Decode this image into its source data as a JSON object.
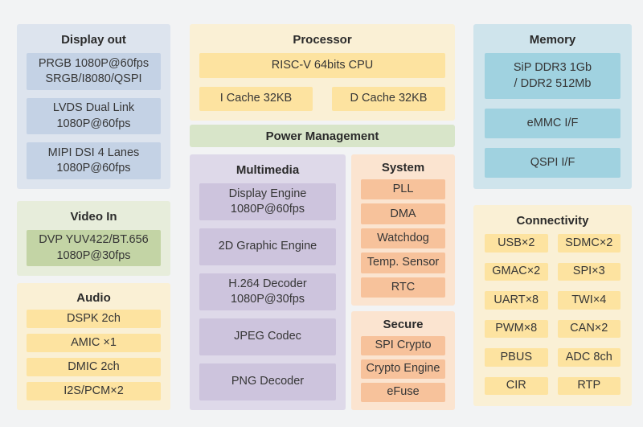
{
  "display_out": {
    "title": "Display out",
    "items": [
      "PRGB 1080P@60fps\nSRGB/I8080/QSPI",
      "LVDS Dual Link\n1080P@60fps",
      "MIPI DSI 4 Lanes\n1080P@60fps"
    ]
  },
  "video_in": {
    "title": "Video In",
    "items": [
      "DVP YUV422/BT.656\n1080P@30fps"
    ]
  },
  "audio": {
    "title": "Audio",
    "items": [
      "DSPK 2ch",
      "AMIC ×1",
      "DMIC 2ch",
      "I2S/PCM×2"
    ]
  },
  "processor": {
    "title": "Processor",
    "cpu": "RISC-V 64bits CPU",
    "caches": [
      "I Cache 32KB",
      "D Cache 32KB"
    ]
  },
  "power": {
    "title": "Power Management"
  },
  "multimedia": {
    "title": "Multimedia",
    "items": [
      "Display Engine\n1080P@60fps",
      "2D Graphic Engine",
      "H.264 Decoder\n1080P@30fps",
      "JPEG Codec",
      "PNG Decoder"
    ]
  },
  "system": {
    "title": "System",
    "items": [
      "PLL",
      "DMA",
      "Watchdog",
      "Temp. Sensor",
      "RTC"
    ]
  },
  "secure": {
    "title": "Secure",
    "items": [
      "SPI Crypto",
      "Crypto Engine",
      "eFuse"
    ]
  },
  "memory": {
    "title": "Memory",
    "items": [
      "SiP DDR3 1Gb\n/ DDR2 512Mb",
      "eMMC I/F",
      "QSPI I/F"
    ]
  },
  "connectivity": {
    "title": "Connectivity",
    "items": [
      "USB×2",
      "SDMC×2",
      "GMAC×2",
      "SPI×3",
      "UART×8",
      "TWI×4",
      "PWM×8",
      "CAN×2",
      "PBUS",
      "ADC 8ch",
      "CIR",
      "RTP"
    ]
  },
  "palette": {
    "page_bg": "#f2f3f4",
    "text": "#363636",
    "display_out": {
      "panel": "#dde4ee",
      "item": "#c4d2e5"
    },
    "video_in": {
      "panel": "#e7eddb",
      "item": "#c3d4a5"
    },
    "yellow_group": {
      "panel": "#faf0d5",
      "item": "#fde3a0"
    },
    "power_bar": "#d8e5c9",
    "multimedia": {
      "panel": "#ded9e9",
      "item": "#cdc4dd"
    },
    "orange_group": {
      "panel": "#fbe4d0",
      "item": "#f7c29b"
    },
    "memory": {
      "panel": "#cfe4ec",
      "item": "#a0d2e0"
    }
  }
}
